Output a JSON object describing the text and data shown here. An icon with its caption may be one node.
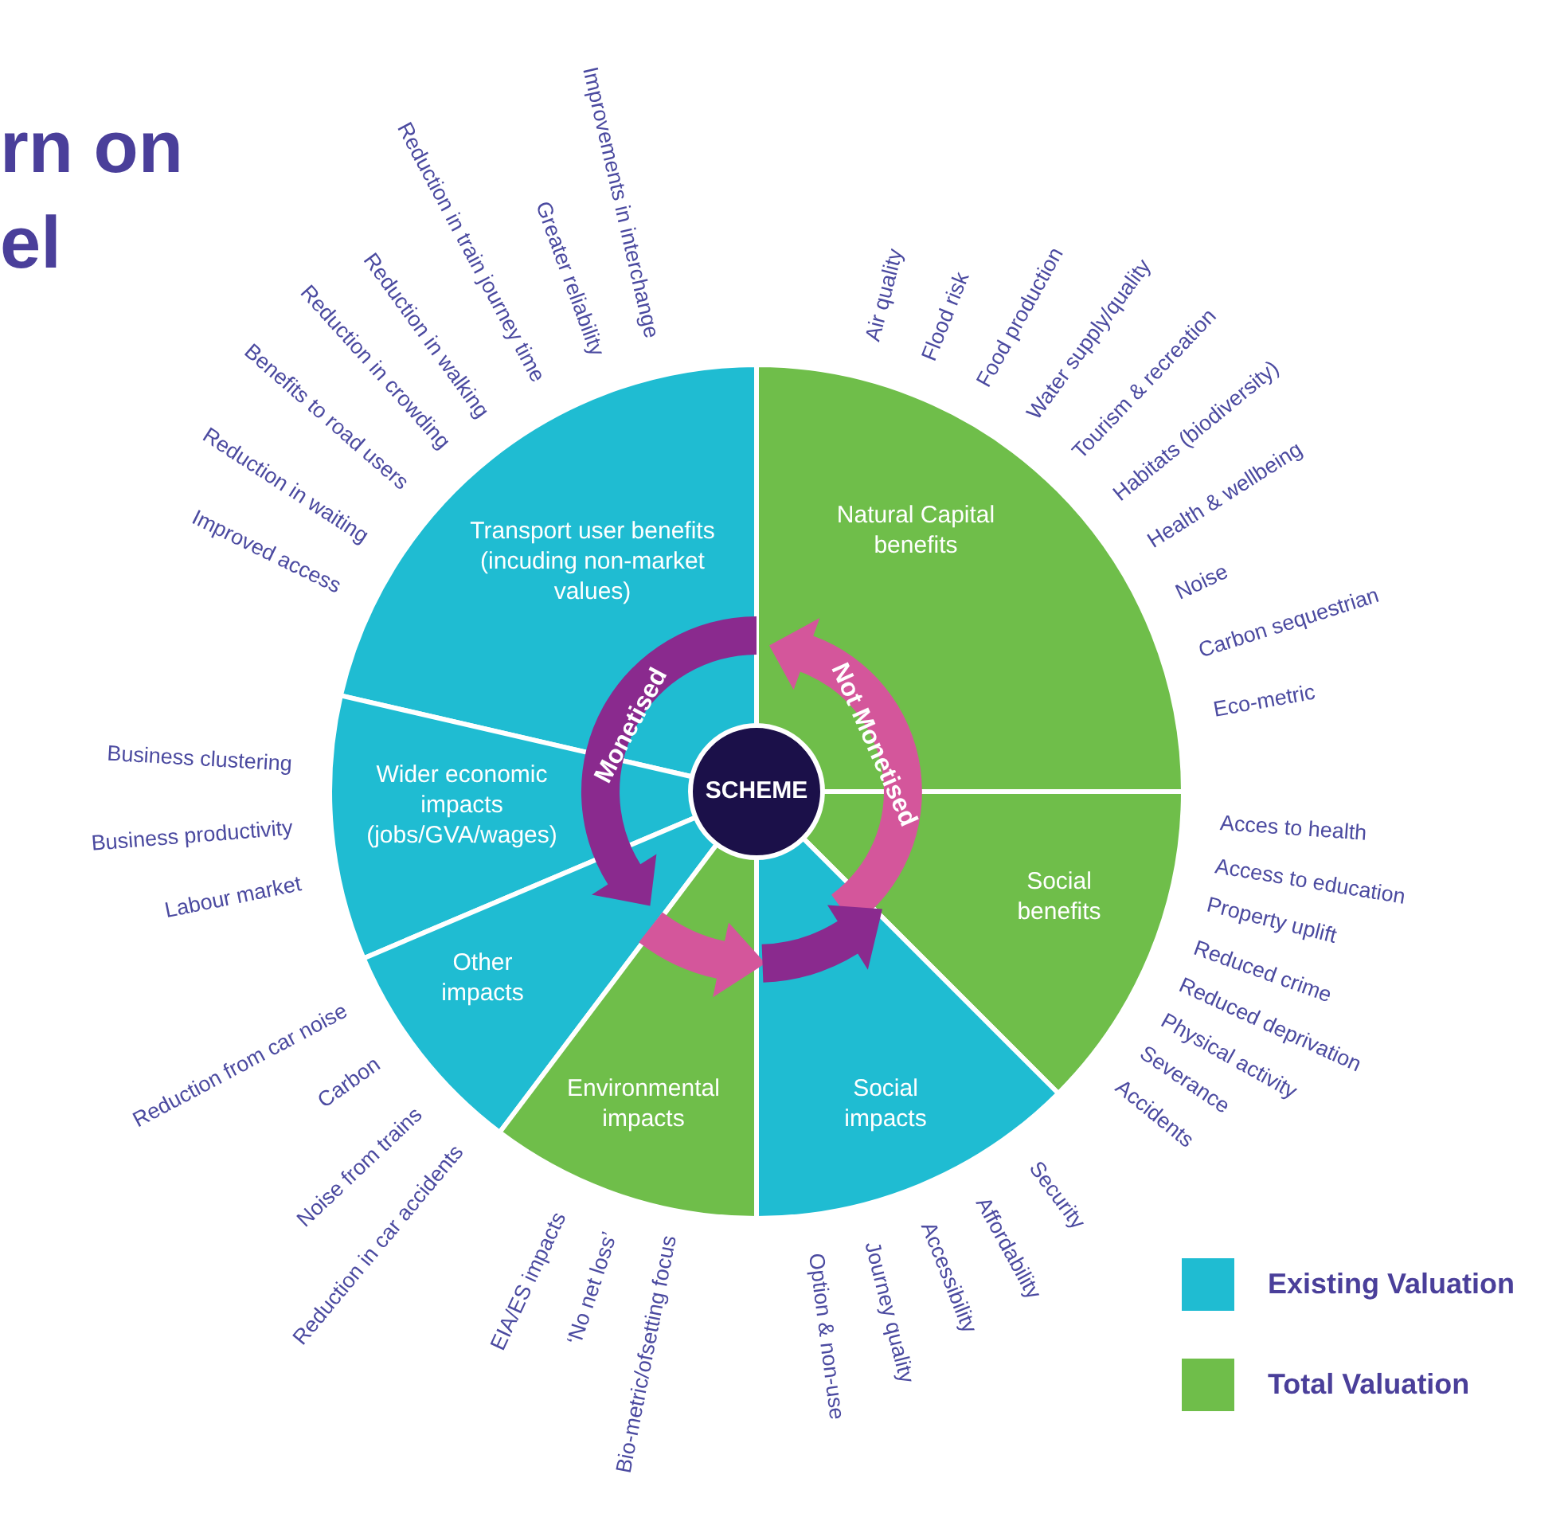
{
  "diagram": {
    "title": "rn on el",
    "nodes": [
      {
        "text": [
          "Transport user benefits (incuding non-market values)"
        ],
        "beside": [
          "Improved access",
          "Reduction in waiting",
          "Benefits to road users",
          "Reduction in crowding",
          "Reduction in walking",
          "Reduction in train journey time",
          "Greater reliability",
          "Improvements in interchange"
        ]
      },
      {
        "text": [
          "Natural Capital benefits"
        ],
        "beside": [
          "Air quality",
          "Flood risk",
          "Food production",
          "Water supply/quality",
          "Tourism & recreation",
          "Habitats (biodiversity)",
          "Health & wellbeing",
          "Noise",
          "Carbon sequestrian",
          "Eco-metric"
        ]
      },
      {
        "text": [
          "Wider economic impacts (jobs/GVA/wages)"
        ],
        "beside": [
          "Business clustering",
          "Business productivity",
          "Labour market"
        ]
      },
      {
        "text": [
          "SCHEME"
        ]
      },
      {
        "text": [
          "Social benefits"
        ],
        "beside": [
          "Acces to health",
          "Access to education",
          "Property uplift",
          "Reduced crime",
          "Reduced deprivation",
          "Physical activity",
          "Severance",
          "Accidents"
        ]
      },
      {
        "text": [
          "Other impacts"
        ],
        "beside": [
          "Reduction from car noise",
          "Carbon",
          "Noise from trains",
          "Reduction in car accidents"
        ]
      },
      {
        "text": [
          "Environmental impacts"
        ],
        "beside": [
          "EIA/ES impacts",
          "‘No net loss’",
          "Bio-metric/ofsetting focus"
        ]
      },
      {
        "text": [
          "Social impacts"
        ],
        "beside": [
          "Security",
          "Affordability",
          "Accessibility",
          "Journey quality",
          "Option & non-use"
        ]
      }
    ],
    "edges": [
      {
        "from": 0,
        "to": 5,
        "arrow": "to",
        "label": "Monetised",
        "color": "#8a2a8e"
      },
      {
        "from": 4,
        "to": 1,
        "arrow": "to",
        "label": "Not Monetised",
        "color": "#d4569b"
      },
      {
        "from": 5,
        "to": 7,
        "arrow": "to",
        "color": "#d4569b"
      },
      {
        "from": 7,
        "to": 4,
        "arrow": "to",
        "color": "#8a2a8e"
      }
    ],
    "legend": [
      {
        "text": "Existing Valuation",
        "color": "#1fbcd2"
      },
      {
        "text": "Total Valuation",
        "color": "#6fbe4a"
      }
    ]
  }
}
